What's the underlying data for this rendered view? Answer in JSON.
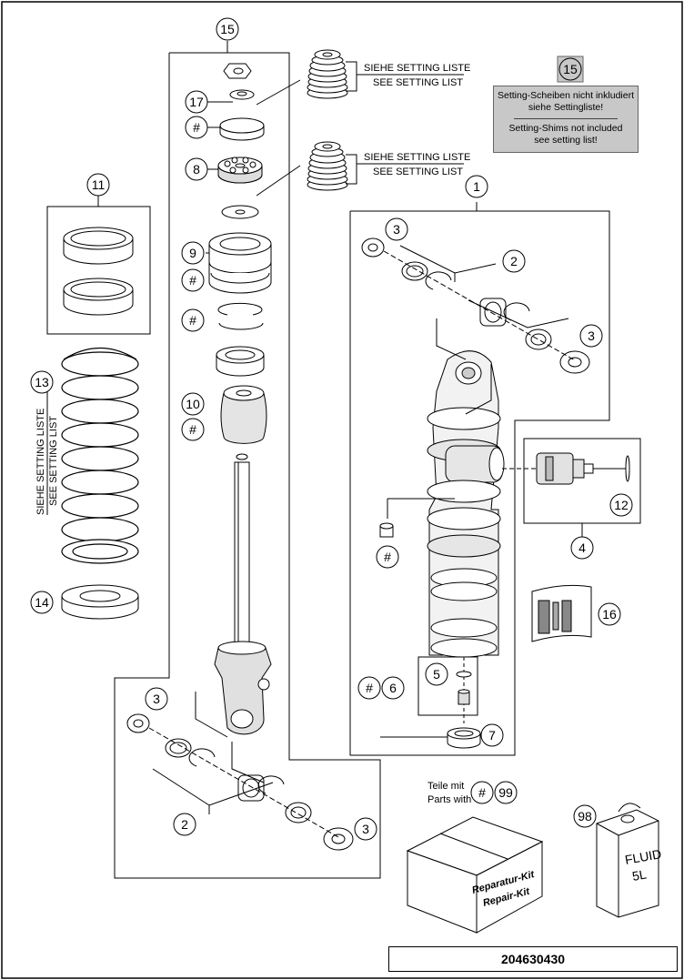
{
  "callouts": {
    "c15_top": "15",
    "c15_note": "15",
    "c17": "17",
    "c8": "8",
    "c9": "9",
    "c10": "10",
    "hash_17": "#",
    "hash_9": "#",
    "hash_ring": "#",
    "hash_10": "#",
    "c11": "11",
    "c13": "13",
    "c14": "14",
    "c1": "1",
    "c2_right": "2",
    "c3_right_top": "3",
    "c3_right_bottom": "3",
    "c12": "12",
    "c4": "4",
    "hash_screw": "#",
    "c16": "16",
    "c5": "5",
    "hash_6": "#",
    "c6": "6",
    "c7": "7",
    "c3_left_top": "3",
    "c2_left": "2",
    "c3_left_bottom": "3",
    "hash_99": "#",
    "c99": "99",
    "c98": "98"
  },
  "setting_labels": {
    "top_de": "SIEHE SETTING LISTE",
    "top_en": "SEE SETTING LIST",
    "mid_de": "SIEHE SETTING LISTE",
    "mid_en": "SEE SETTING LIST",
    "spring_de": "SIEHE SETTING LISTE",
    "spring_en": "SEE SETTING LIST"
  },
  "note": {
    "de_line1": "Setting-Scheiben nicht inkludiert",
    "de_line2": "siehe Settingliste!",
    "en_line1": "Setting-Shims not included",
    "en_line2": "see setting list!"
  },
  "repair": {
    "de": "Teile mit",
    "en": "Parts with",
    "box_de": "Reparatur-Kit",
    "box_en": "Repair-Kit"
  },
  "fluid": {
    "name": "FLUID",
    "volume": "5L"
  },
  "footer_code": "204630430"
}
